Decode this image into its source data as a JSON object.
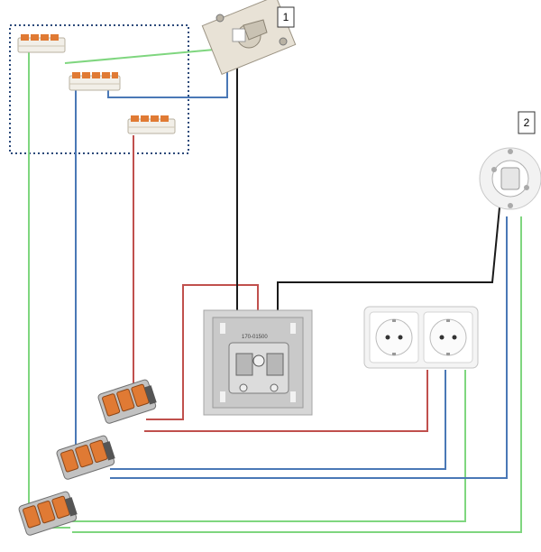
{
  "labels": {
    "fixture_1": "1",
    "fixture_2": "2",
    "switch_model": "170-01500"
  },
  "colors": {
    "wire_green": "#7fd67f",
    "wire_blue": "#4a78b6",
    "wire_red": "#c0504d",
    "wire_black": "#1a1a1a",
    "enclosure_border": "#2c4a7a",
    "connector_orange": "#e07a34",
    "plate_gray": "#d9d9d9",
    "socket_white": "#f4f4f4"
  },
  "icons": {
    "junction_box": "dotted-rectangle",
    "terminal_strip": "wago-strip-icon",
    "lever_connector": "wago-lever-connector-icon",
    "switch": "wall-switch-mechanism-icon",
    "socket": "double-socket-icon",
    "fixture_1": "wall-outlet-fixture-icon",
    "fixture_2": "ceiling-lamp-base-icon"
  }
}
